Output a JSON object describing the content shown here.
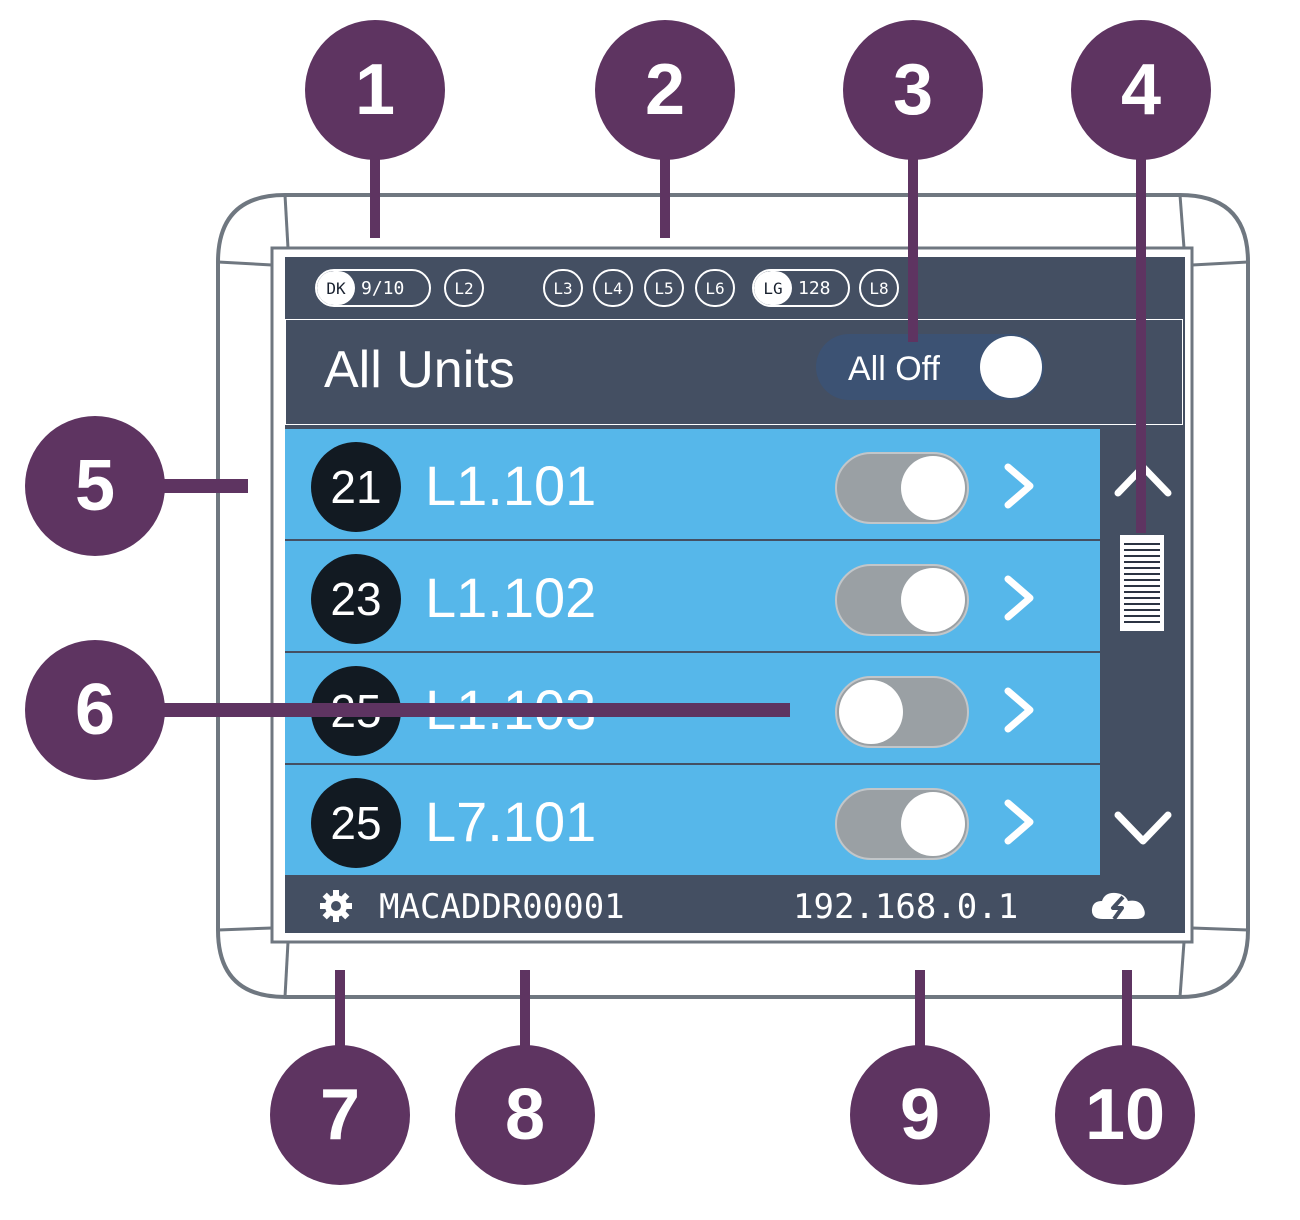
{
  "status_bar": {
    "chips": [
      {
        "tag": "DK",
        "value": "9/10"
      },
      {
        "label": "L2"
      },
      {
        "label": "L3"
      },
      {
        "label": "L4"
      },
      {
        "label": "L5"
      },
      {
        "label": "L6"
      },
      {
        "tag": "LG",
        "value": "128"
      },
      {
        "label": "L8"
      }
    ]
  },
  "header": {
    "title": "All Units",
    "all_off_label": "All Off"
  },
  "units": [
    {
      "number": "21",
      "name": "L1.101",
      "toggle_on": true
    },
    {
      "number": "23",
      "name": "L1.102",
      "toggle_on": true
    },
    {
      "number": "25",
      "name": "L1.103",
      "toggle_on": false
    },
    {
      "number": "25",
      "name": "L7.101",
      "toggle_on": true
    }
  ],
  "footer": {
    "mac_address": "MACADDR00001",
    "ip_address": "192.168.0.1"
  },
  "callouts": [
    "1",
    "2",
    "3",
    "4",
    "5",
    "6",
    "7",
    "8",
    "9",
    "10"
  ],
  "colors": {
    "screen_bg": "#444f62",
    "row_bg": "#56b7ea",
    "callout": "#5e3461",
    "toggle_track": "#9aa0a4",
    "all_off_track": "#3c5273"
  },
  "icons": {
    "settings": "gear-icon",
    "cloud": "cloud-lightning-icon",
    "chevron": "chevron-right-icon",
    "scroll_up": "chevron-up-icon",
    "scroll_down": "chevron-down-icon"
  }
}
